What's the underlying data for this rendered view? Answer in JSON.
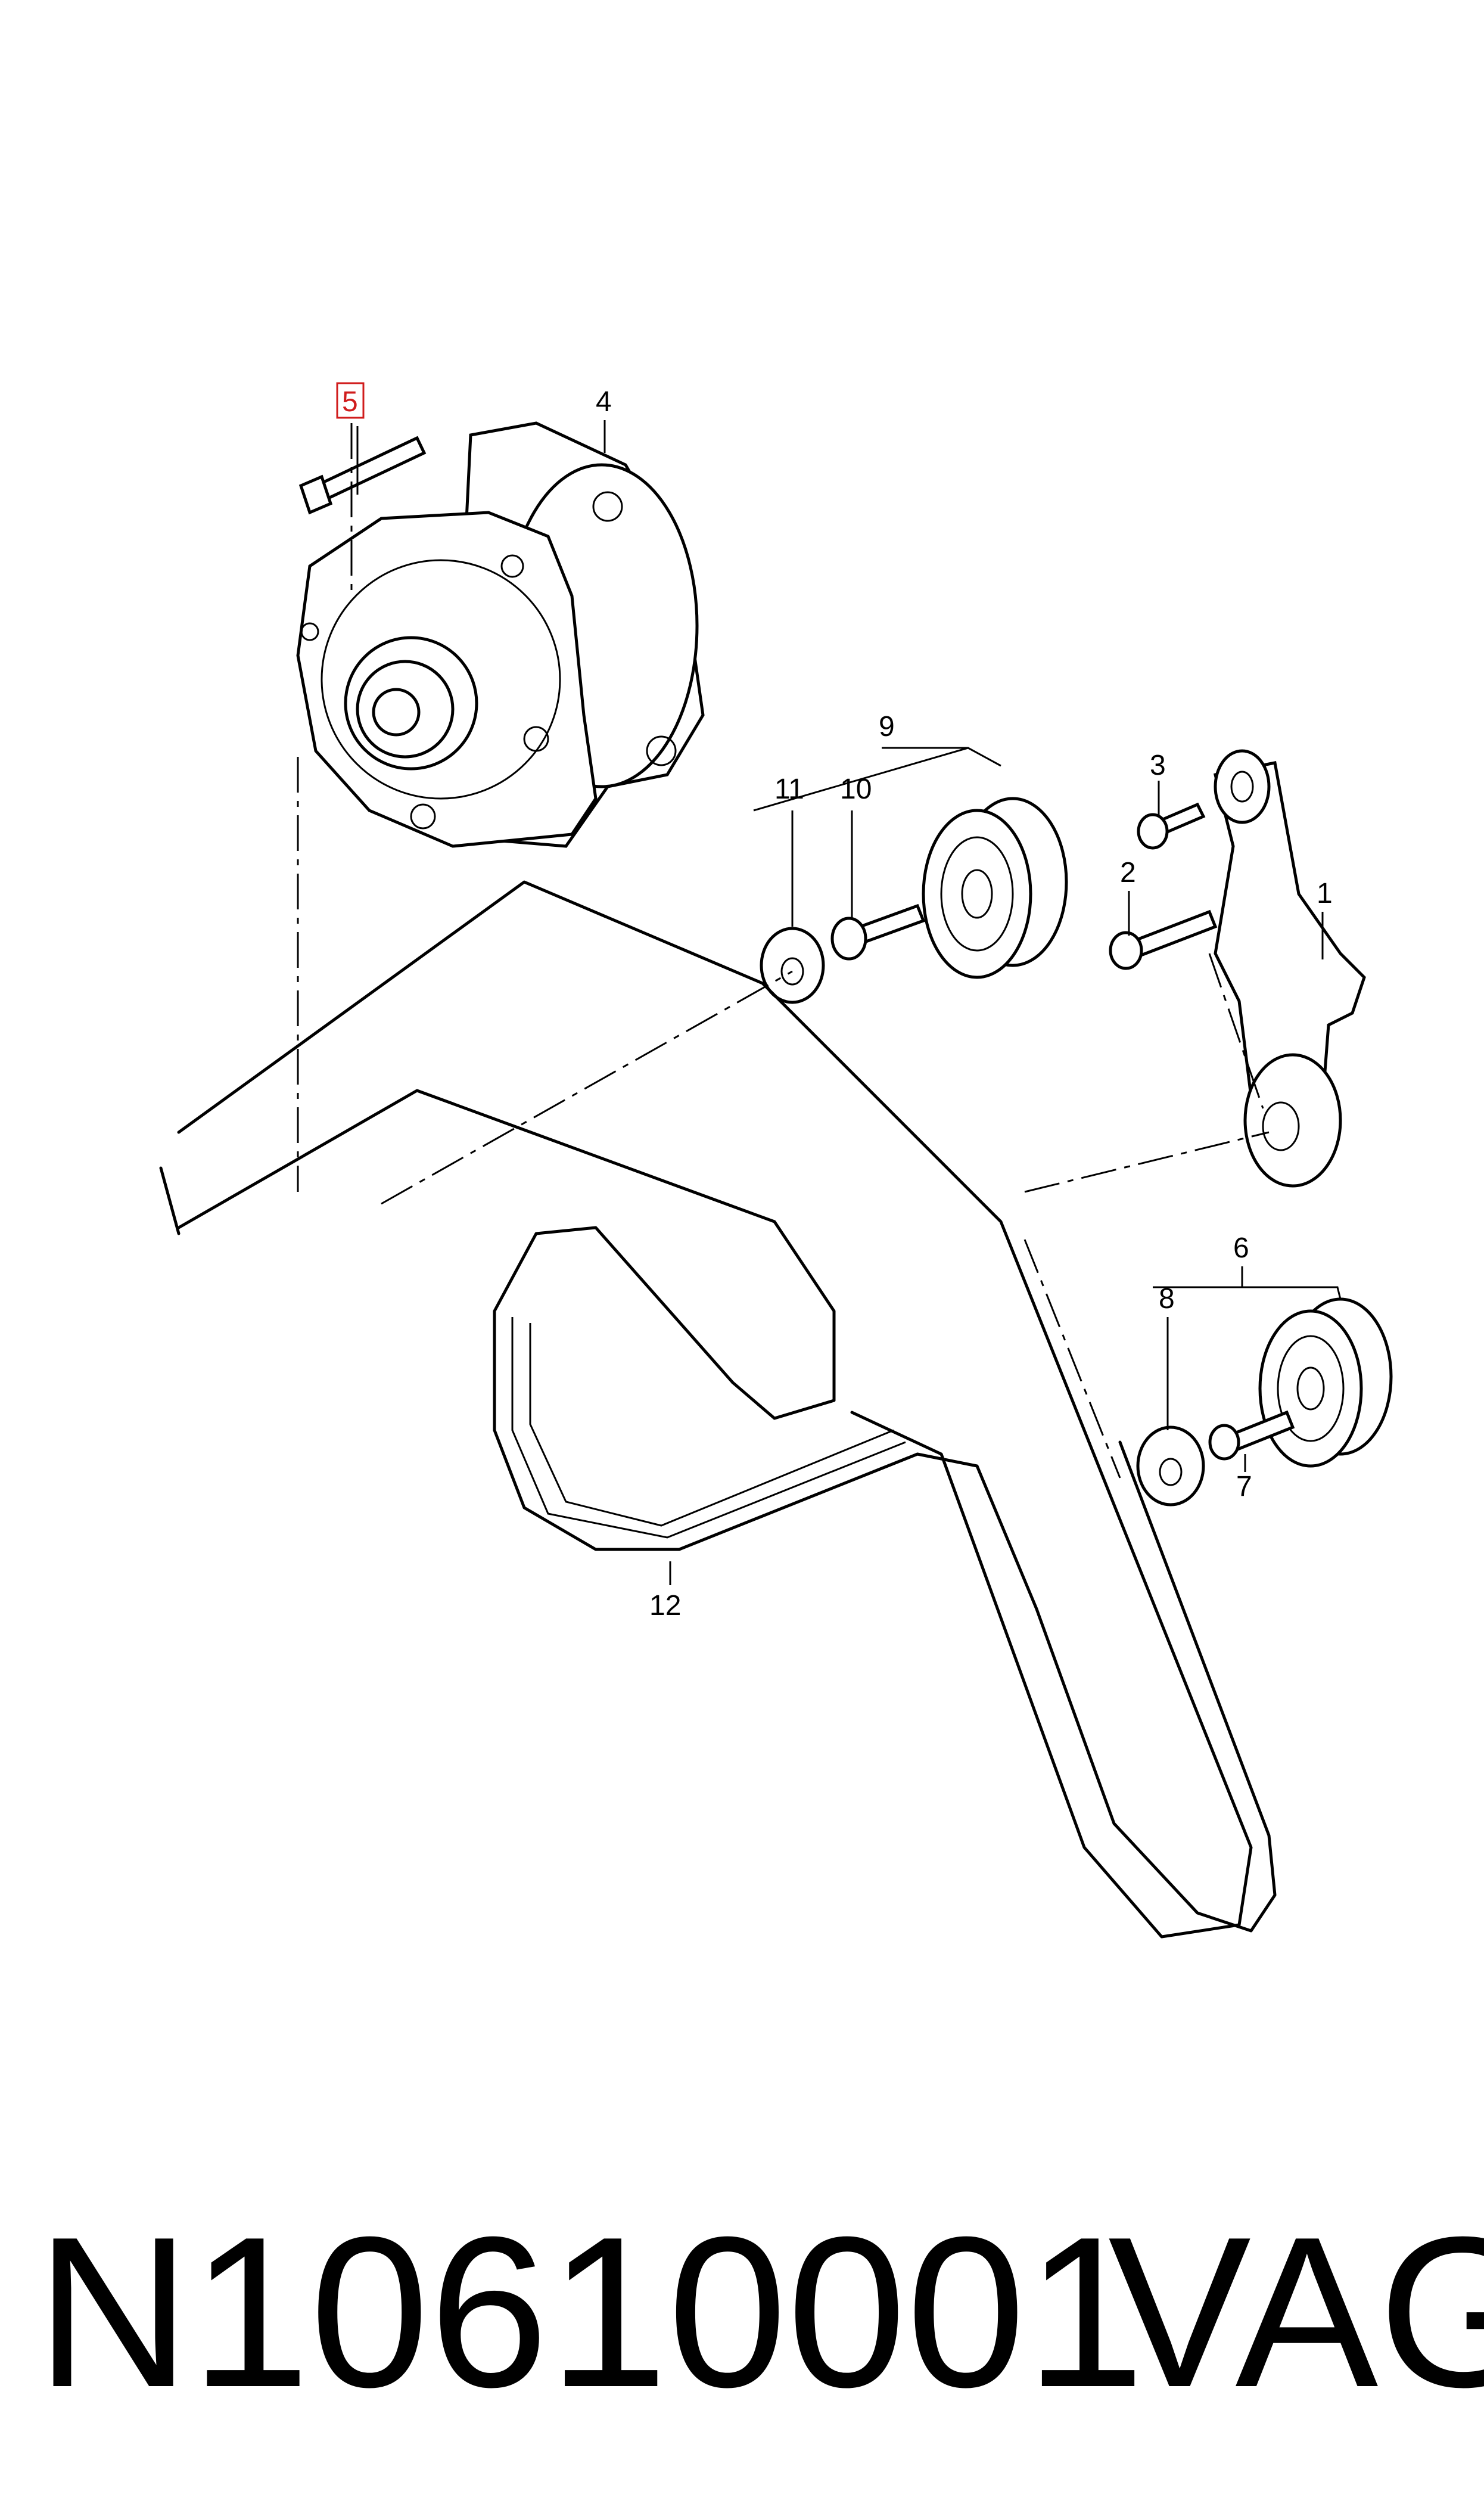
{
  "callouts": {
    "c1": "1",
    "c2": "2",
    "c3": "3",
    "c4": "4",
    "c5": "5",
    "c6": "6",
    "c7": "7",
    "c8": "8",
    "c9": "9",
    "c10": "10",
    "c11": "11",
    "c12": "12"
  },
  "highlighted_callout": "5",
  "highlight_color": "#d01c1c",
  "footer": {
    "part_number": "N10610001",
    "brand": "VAG"
  }
}
